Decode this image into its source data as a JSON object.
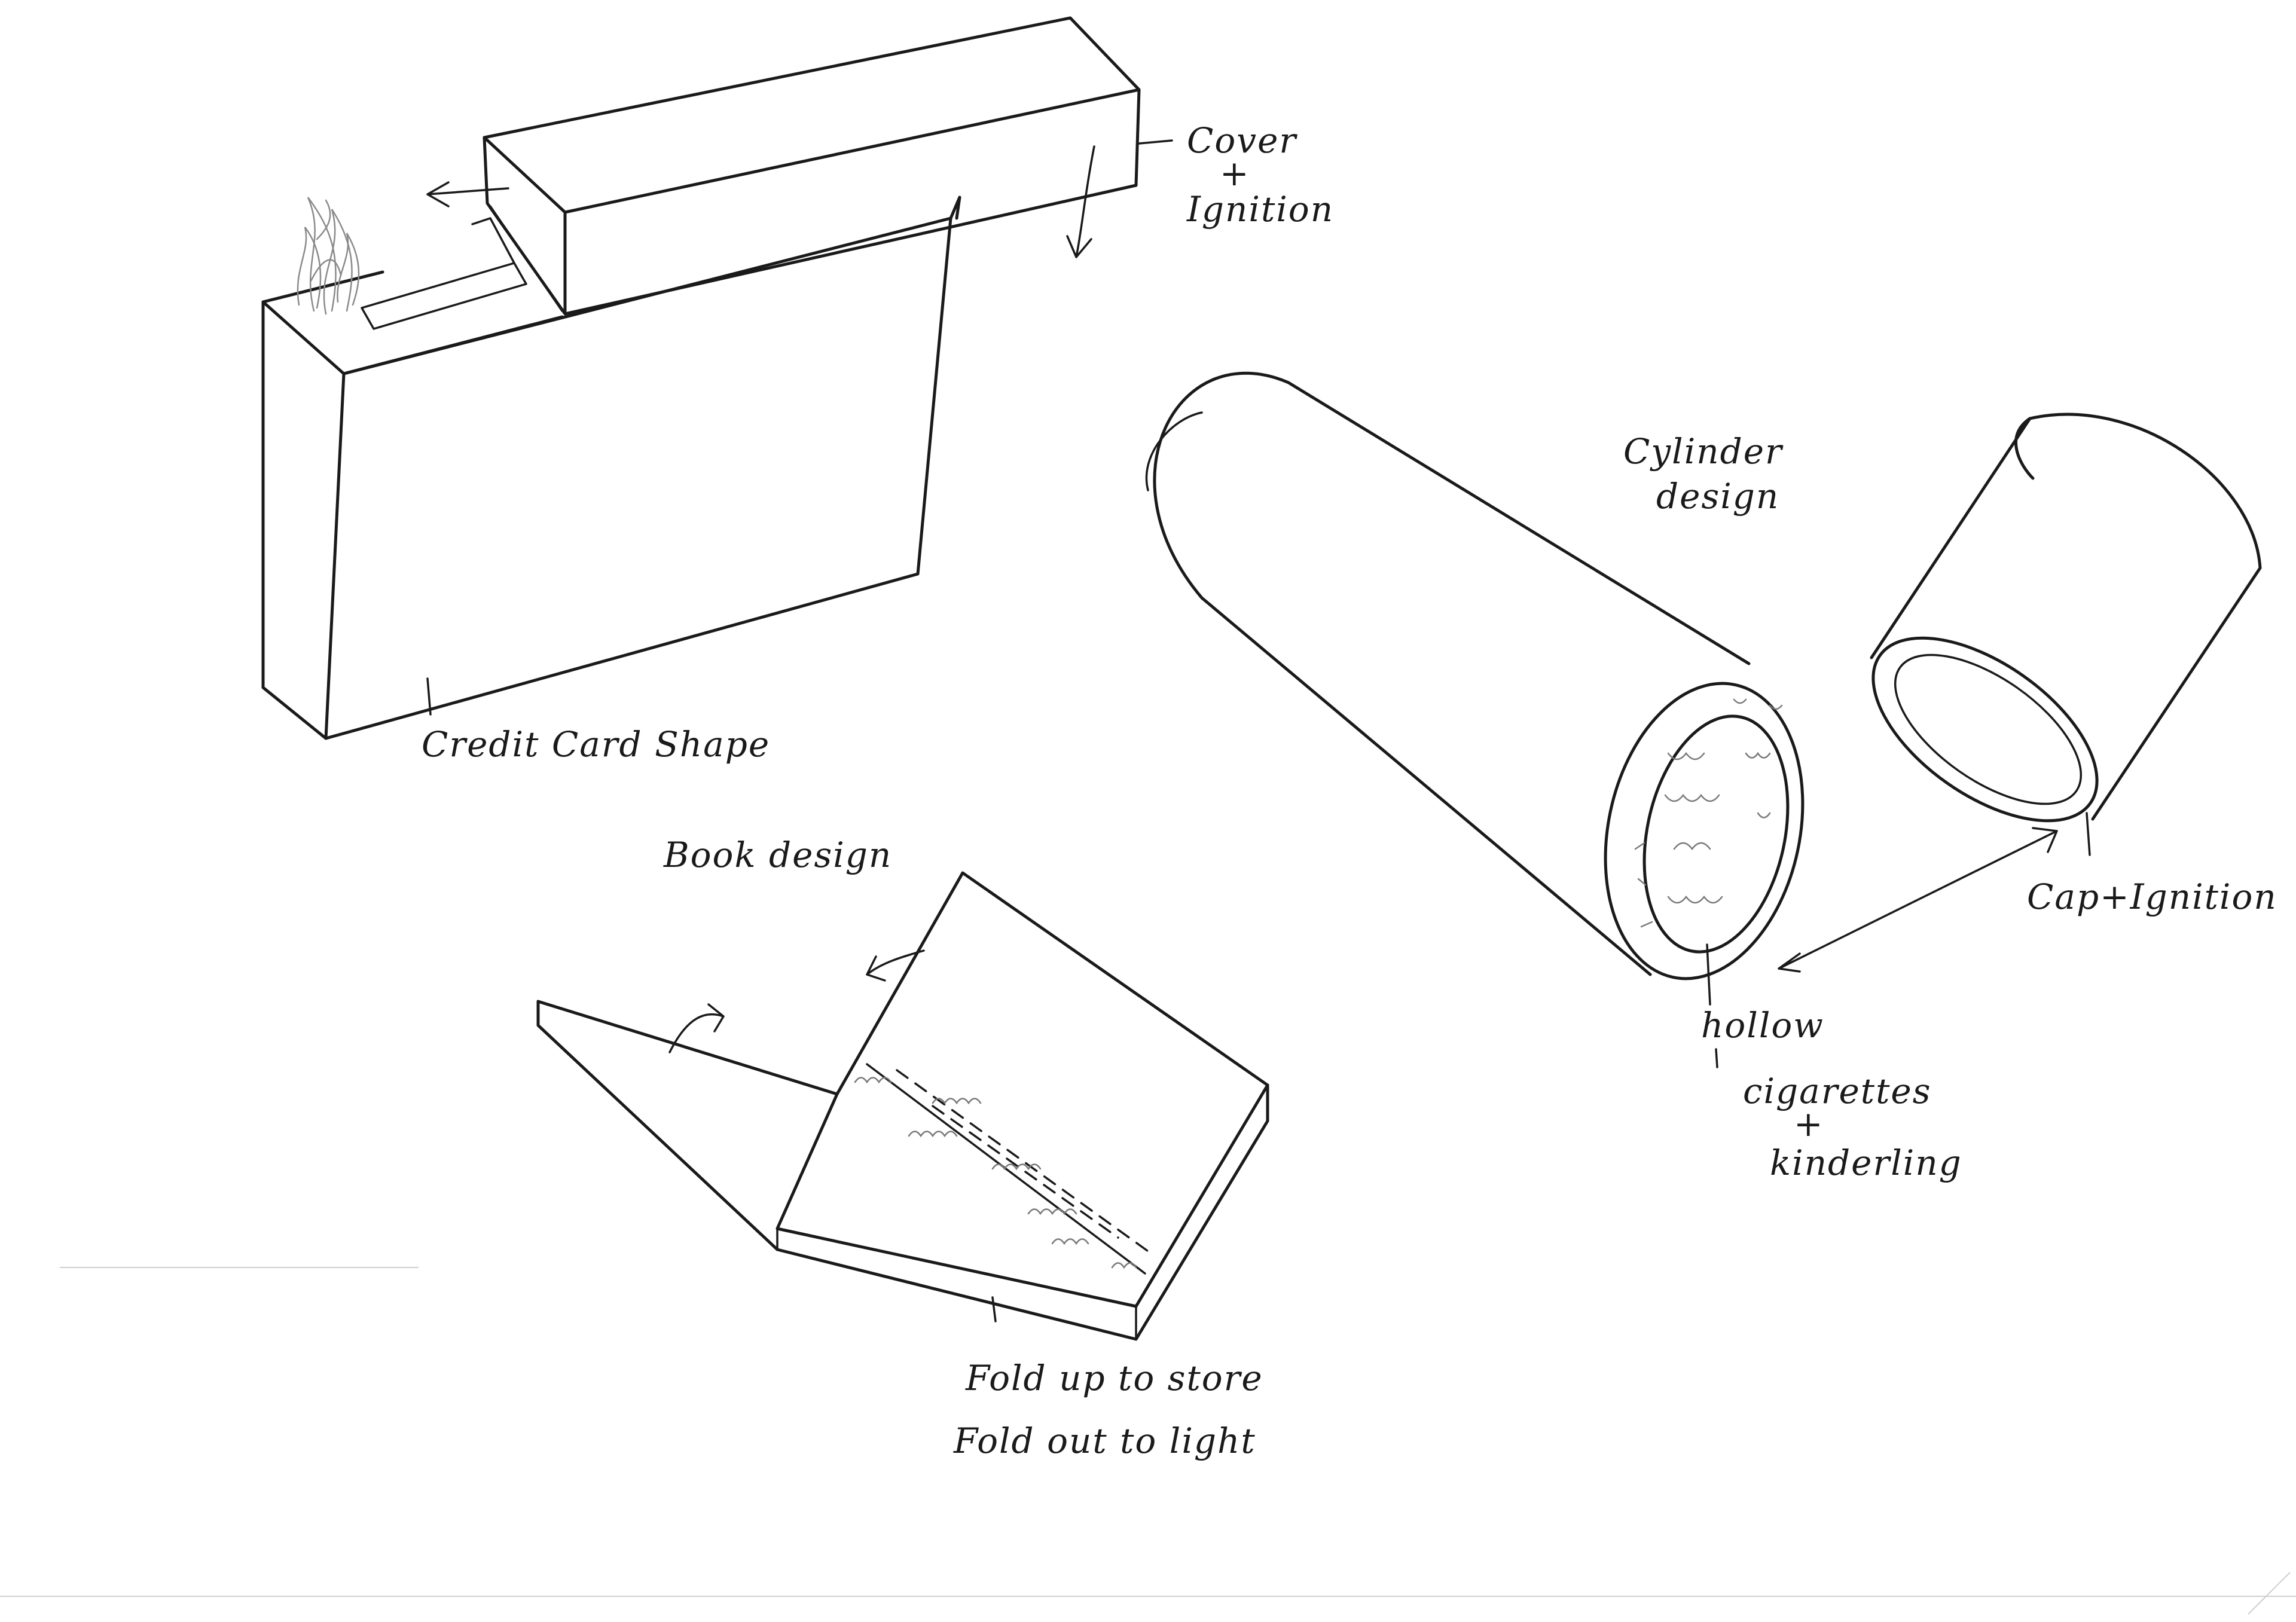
{
  "labels": {
    "cover_ignition": [
      "Cover",
      "+",
      "Ignition"
    ],
    "credit_card": "Credit Card Shape",
    "cylinder_design": [
      "Cylinder",
      "design"
    ],
    "cap_ignition": "Cap+Ignition",
    "book_design": "Book design",
    "hollow": [
      "hollow",
      "cigarettes",
      "+",
      "kinderling"
    ],
    "fold": [
      "Fold up to store",
      "Fold out to light"
    ]
  },
  "colors": {
    "ink": "#1a1a1a",
    "pencil": "#8a8a8a",
    "paper": "#ffffff"
  }
}
